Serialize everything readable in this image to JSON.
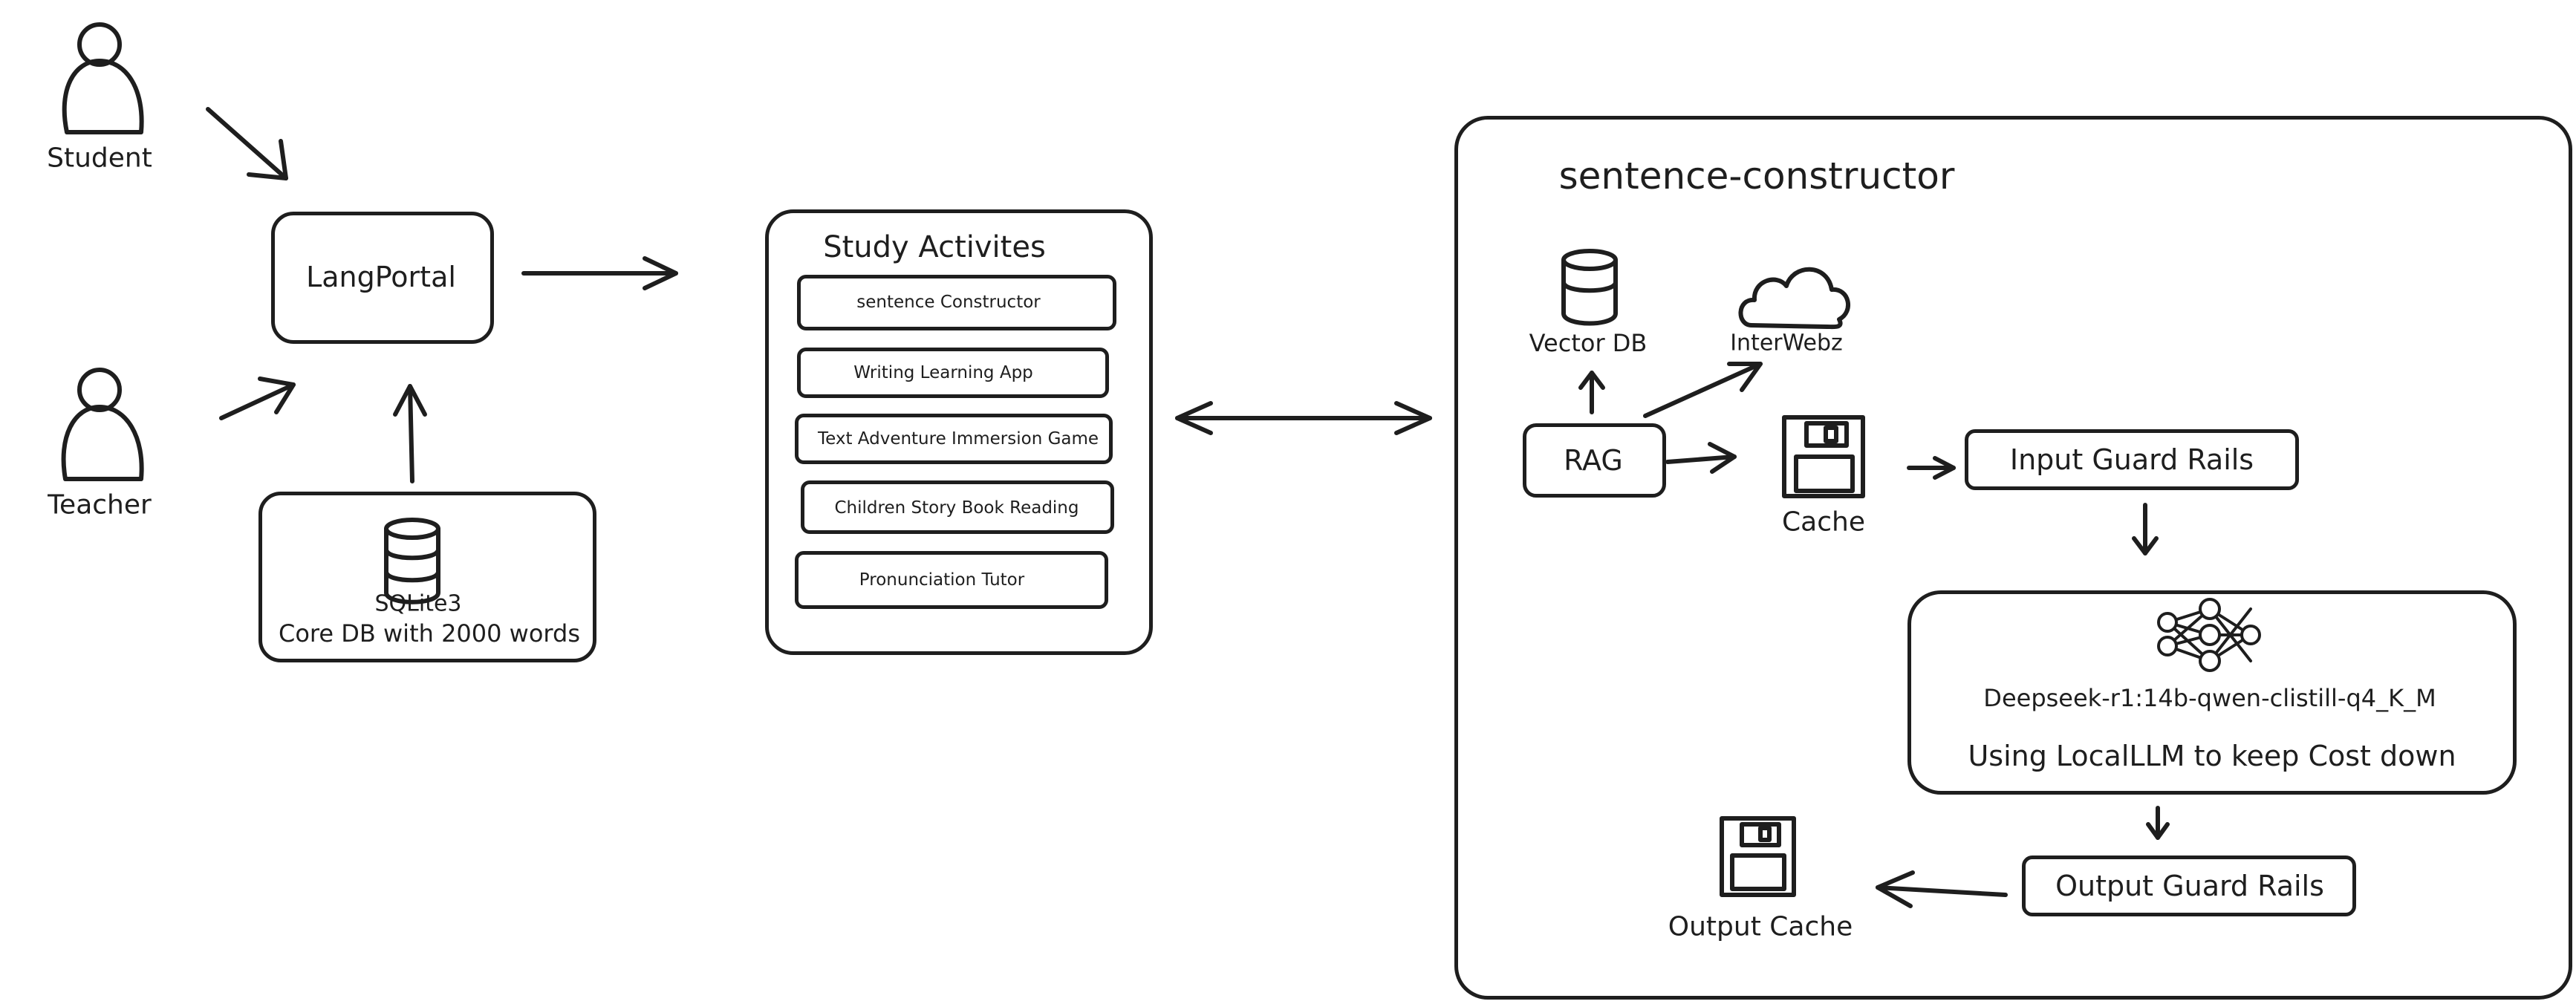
{
  "actors": {
    "student": "Student",
    "teacher": "Teacher"
  },
  "langportal": {
    "label": "LangPortal"
  },
  "core_db": {
    "name": "SQLite3",
    "description": "Core DB with 2000 words"
  },
  "study_activities": {
    "title": "Study Activites",
    "items": [
      "sentence Constructor",
      "Writing Learning  App",
      "Text Adventure Immersion Game",
      "Children Story Book Reading",
      "Pronunciation Tutor"
    ]
  },
  "sentence_constructor": {
    "title": "sentence-constructor",
    "vector_db": "Vector DB",
    "interwebz": "InterWebz",
    "rag": "RAG",
    "cache": "Cache",
    "input_guard": "Input Guard Rails",
    "llm_model": "Deepseek-r1:14b-qwen-clistill-q4_K_M",
    "llm_note": "Using LocalLLM to keep Cost down",
    "output_guard": "Output Guard Rails",
    "output_cache": "Output Cache"
  },
  "colors": {
    "stroke": "#1e1e1e",
    "background": "#ffffff"
  }
}
